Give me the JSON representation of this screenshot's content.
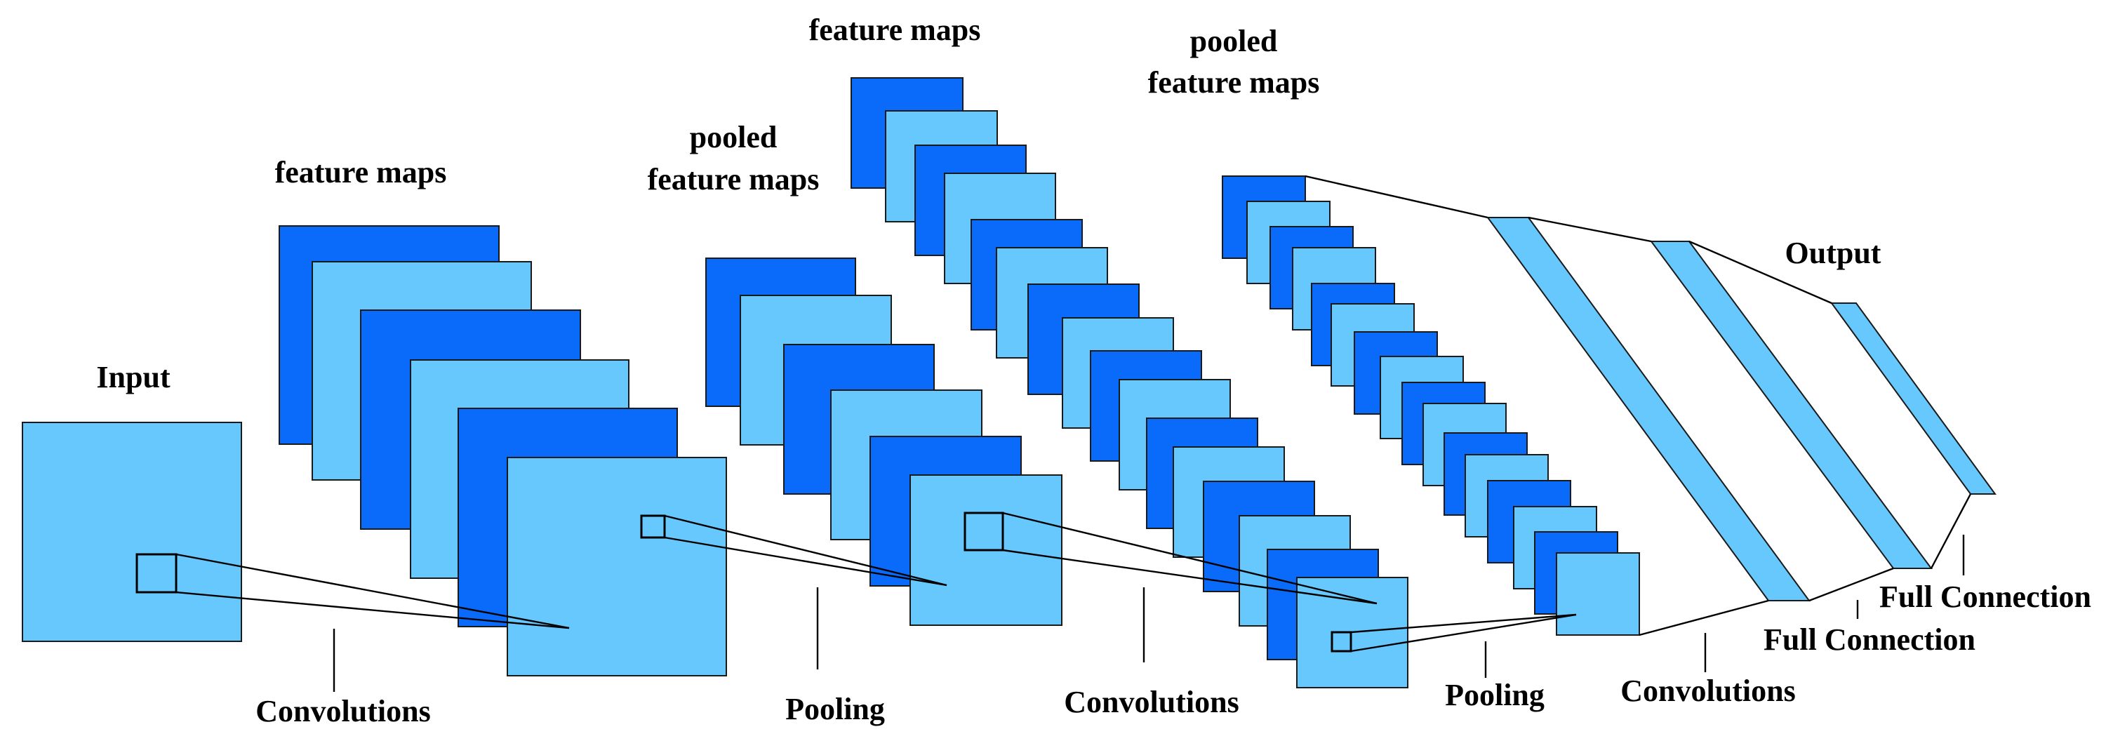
{
  "colors": {
    "dark_map": "#0A6AF9",
    "light_map": "#66C8FC",
    "background": "#FFFFFF"
  },
  "labels": {
    "input": "Input",
    "feature_maps_1": "feature maps",
    "pooled_feature_maps_1": [
      "pooled",
      "feature maps"
    ],
    "feature_maps_2": "feature maps",
    "pooled_feature_maps_2": [
      "pooled",
      "feature maps"
    ],
    "output": "Output",
    "convolutions_1": "Convolutions",
    "pooling_1": "Pooling",
    "convolutions_2": "Convolutions",
    "pooling_2": "Pooling",
    "convolutions_3": "Convolutions",
    "full_connection_1": "Full Connection",
    "full_connection_2": "Full Connection"
  }
}
